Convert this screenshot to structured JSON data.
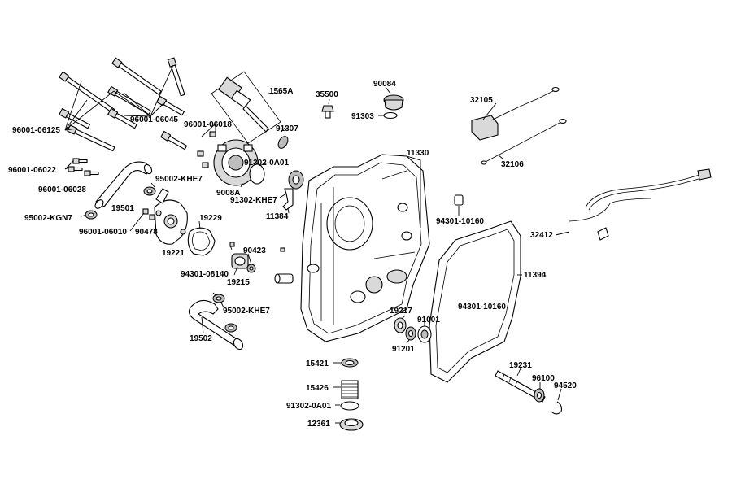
{
  "diagram": {
    "labels": {
      "p96001_06125": "96001-06125",
      "p96001_06045": "96001-06045",
      "p96001_06018": "96001-06018",
      "p96001_06022": "96001-06022",
      "p96001_06028": "96001-06028",
      "p95002_KGN7": "95002-KGN7",
      "p96001_06010": "96001-06010",
      "p95002_KHE7_a": "95002-KHE7",
      "p95002_KHE7_b": "95002-KHE7",
      "p19501": "19501",
      "p90478": "90478",
      "p19221": "19221",
      "p19229": "19229",
      "p94301_08140": "94301-08140",
      "p19215": "19215",
      "p90423": "90423",
      "p19502": "19502",
      "p1565A": "1565A",
      "p91307": "91307",
      "p9008A": "9008A",
      "p91302_0A01_a": "91302-0A01",
      "p91302_KHE7": "91302-KHE7",
      "p11384": "11384",
      "p35500": "35500",
      "p90084": "90084",
      "p91303": "91303",
      "p11330": "11330",
      "p32105": "32105",
      "p32106": "32106",
      "p32412": "32412",
      "p94301_10160_a": "94301-10160",
      "p94301_10160_b": "94301-10160",
      "p11394": "11394",
      "p19217": "19217",
      "p91001": "91001",
      "p91201": "91201",
      "p15421": "15421",
      "p15426": "15426",
      "p91302_0A01_b": "91302-0A01",
      "p12361": "12361",
      "p19231": "19231",
      "p96100": "96100",
      "p94520": "94520"
    }
  }
}
